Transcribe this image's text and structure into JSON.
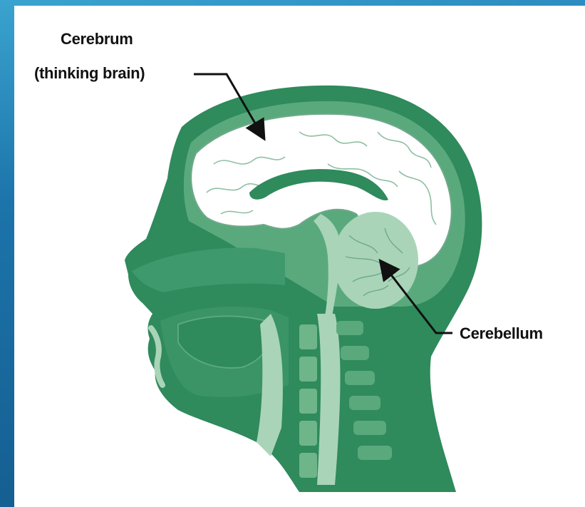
{
  "labels": {
    "cerebrum_line1": "Cerebrum",
    "cerebrum_line2": "(thinking brain)",
    "cerebellum": "Cerebellum"
  },
  "colors": {
    "tissue_dark": "#2f8a5c",
    "tissue_mid": "#5aa97d",
    "tissue_light": "#a9d4b8",
    "brain_fill": "#ffffff",
    "brain_outline": "#6fa98a",
    "frame": "#1f6fa3"
  }
}
